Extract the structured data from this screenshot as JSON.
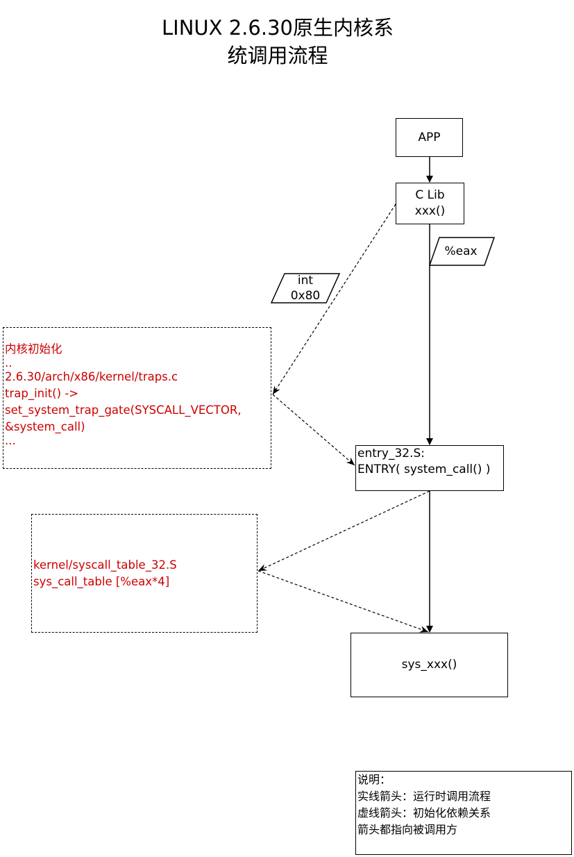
{
  "title": {
    "line1": "LINUX 2.6.30原生内核系",
    "line2": "统调用流程"
  },
  "nodes": {
    "app": "APP",
    "clib": {
      "line1": "C Lib",
      "line2": "xxx()"
    },
    "entry": {
      "line1": "entry_32.S:",
      "line2": "ENTRY(  system_call() )"
    },
    "sys_xxx": "sys_xxx()"
  },
  "labels": {
    "eax": "%eax",
    "int80": {
      "line1": "int",
      "line2": "0x80"
    }
  },
  "notes": {
    "kernel_init": [
      "内核初始化",
      "..",
      "2.6.30/arch/x86/kernel/traps.c",
      "trap_init()  ->",
      "set_system_trap_gate(SYSCALL_VECTOR,",
      "&system_call)",
      "..."
    ],
    "syscall_table": [
      "kernel/syscall_table_32.S",
      "sys_call_table [%eax*4]"
    ]
  },
  "legend": [
    "说明：",
    "实线箭头：运行时调用流程",
    "虚线箭头：初始化依赖关系",
    "箭头都指向被调用方"
  ],
  "colors": {
    "note_text": "#cc0000",
    "line": "#000000"
  }
}
